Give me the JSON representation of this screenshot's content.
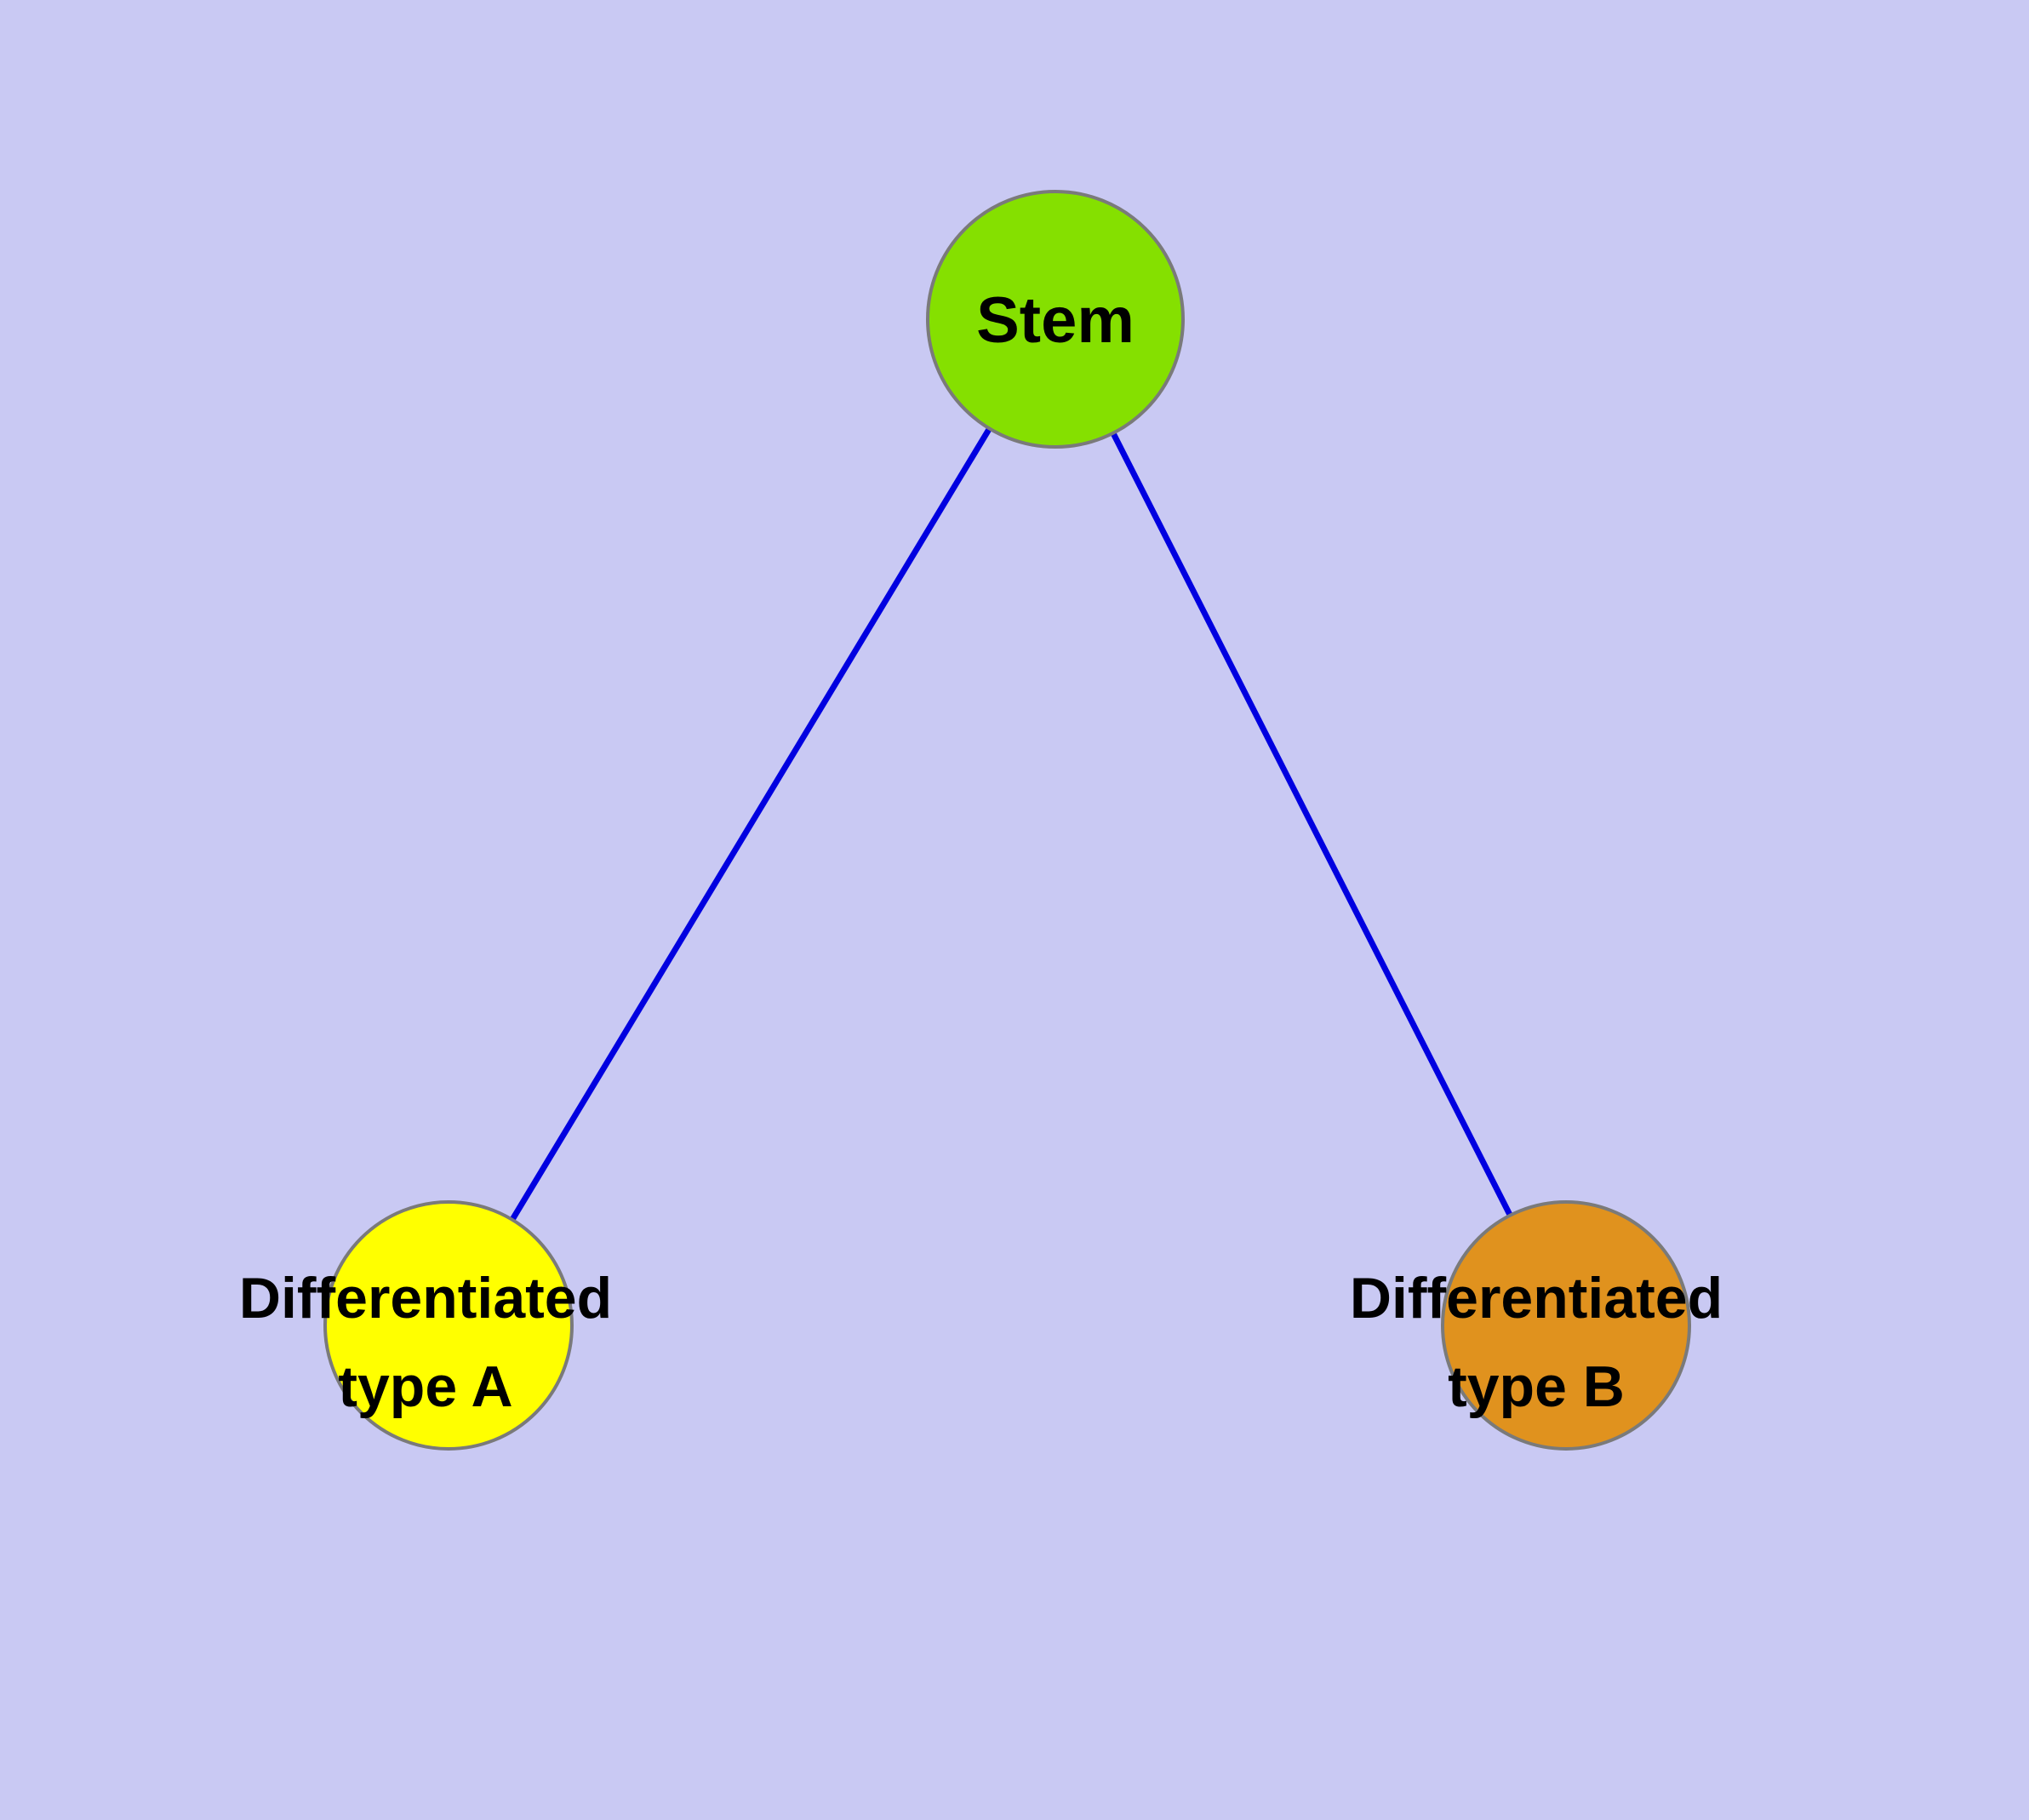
{
  "canvas": {
    "background_color": "#c9c9f3",
    "edge_color": "#0000e0",
    "node_stroke_color": "#7a7a7a"
  },
  "nodes": {
    "stem": {
      "label": "Stem",
      "color": "#85e000"
    },
    "typeA": {
      "label_lines": [
        "Differentiated",
        "type A"
      ],
      "color": "#ffff00"
    },
    "typeB": {
      "label_lines": [
        "Differentiated",
        "type B"
      ],
      "color": "#e0921e"
    }
  },
  "edges": [
    {
      "from": "stem",
      "to": "typeA"
    },
    {
      "from": "stem",
      "to": "typeB"
    }
  ]
}
